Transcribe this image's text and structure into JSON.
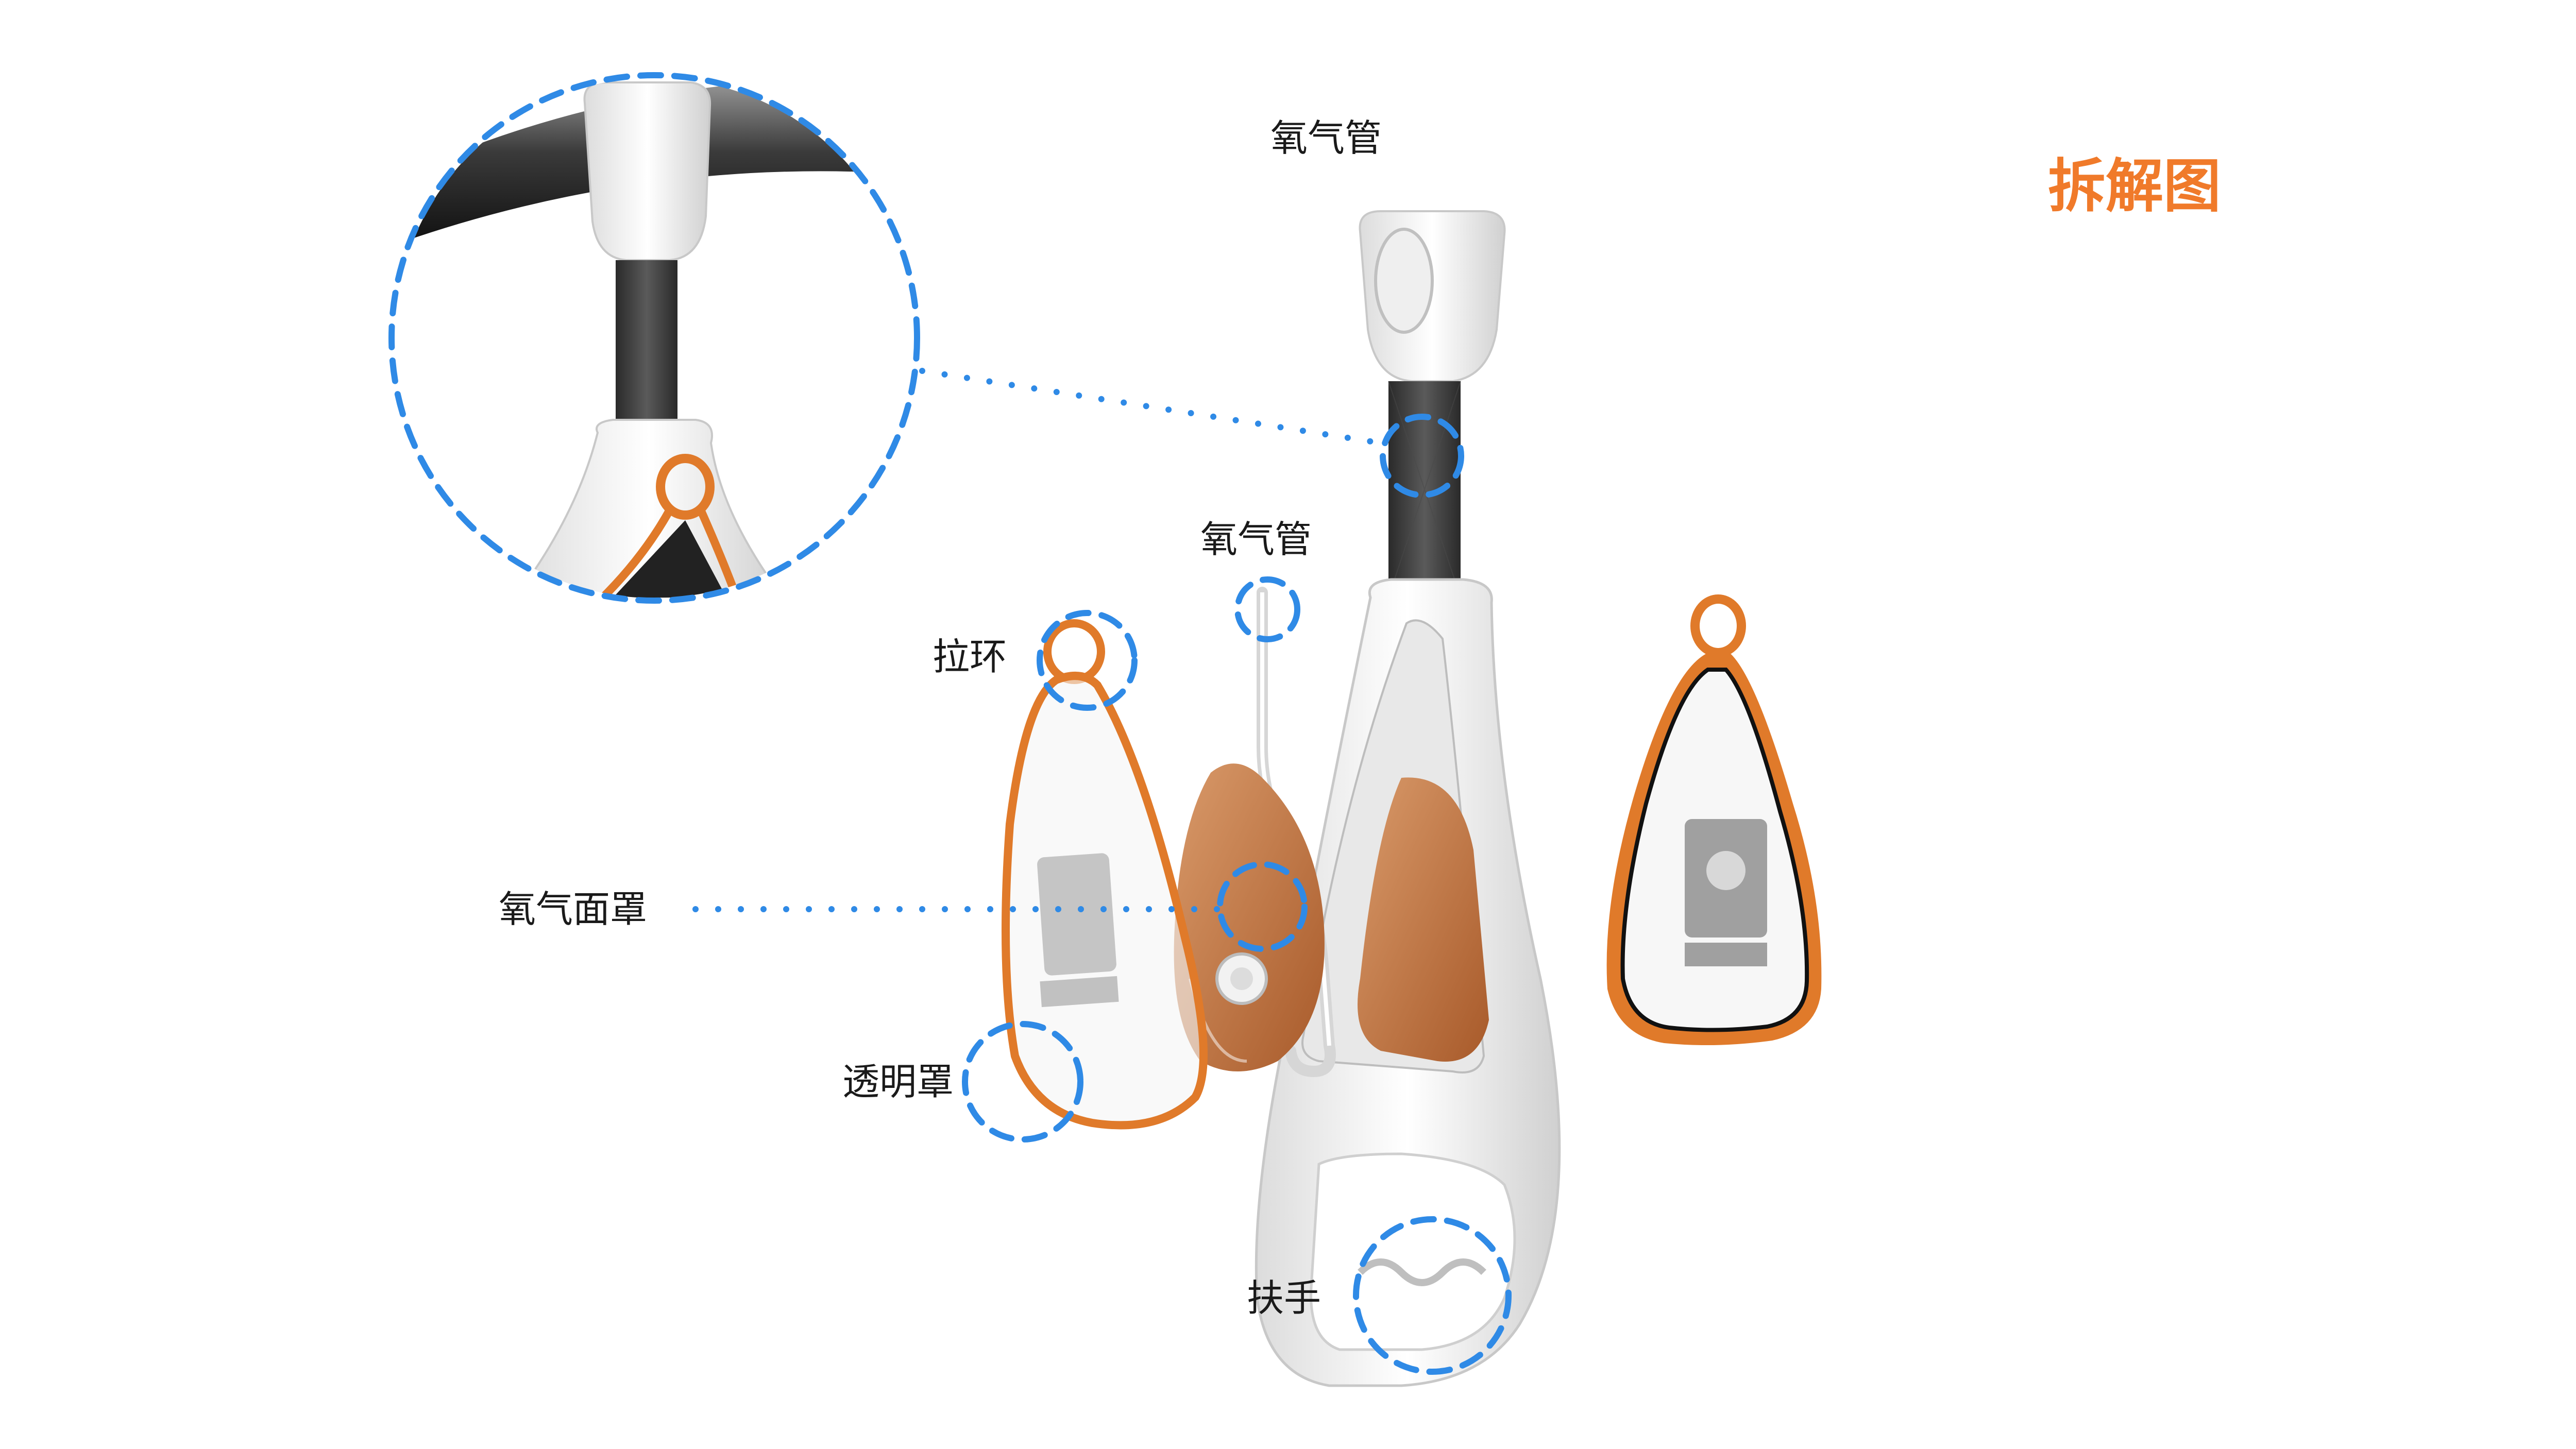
{
  "title": "拆解图",
  "labels": {
    "tube_top": "氧气管",
    "tube_mid": "氧气管",
    "pull_ring": "拉环",
    "mask": "氧气面罩",
    "transparent_cover": "透明罩",
    "handle": "扶手"
  },
  "colors": {
    "accent": "#f07a2a",
    "callout": "#2f8ae6",
    "body": "#f4f4f4",
    "orange": "#c8763f"
  }
}
